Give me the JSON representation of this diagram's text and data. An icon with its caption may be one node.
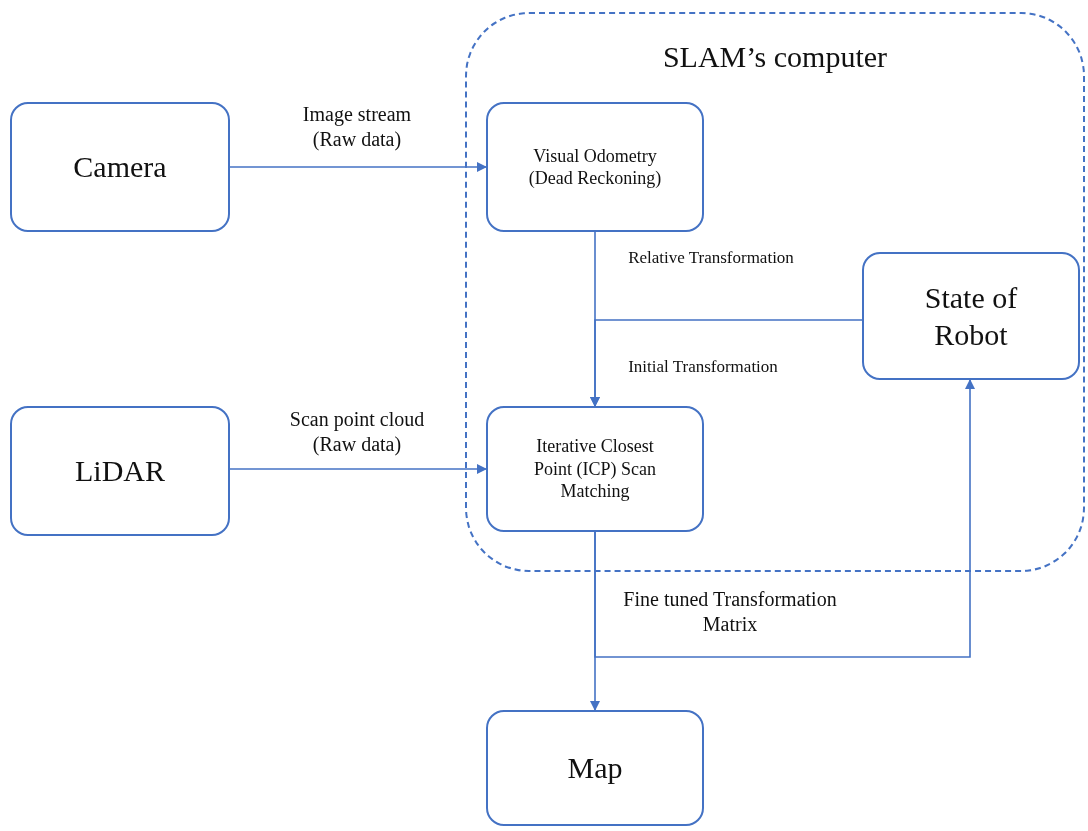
{
  "diagram": {
    "nodes": [
      {
        "text": [
          "Camera"
        ]
      },
      {
        "text": [
          "SLAM’s computer"
        ]
      },
      {
        "text": [
          "Visual Odometry (Dead Reckoning)"
        ],
        "in": 1
      },
      {
        "text": [
          "State of Robot"
        ],
        "in": 1
      },
      {
        "text": [
          "LiDAR"
        ]
      },
      {
        "text": [
          "Iterative Closest Point (ICP) Scan Matching"
        ],
        "in": 1
      },
      {
        "text": [
          "Map"
        ]
      }
    ],
    "edges": [
      {
        "from": 0,
        "to": 2,
        "arrow": "to",
        "label": "Image stream (Raw data)"
      },
      {
        "from": 4,
        "to": 5,
        "arrow": "to",
        "label": "Scan point cloud (Raw data)"
      },
      {
        "from": 2,
        "to": 5,
        "arrow": "to",
        "label": "Relative Transformation"
      },
      {
        "from": 3,
        "to": 5,
        "arrow": "to",
        "label": "Initial Transformation"
      },
      {
        "from": 5,
        "to": 6,
        "arrow": "to"
      },
      {
        "from": 5,
        "to": 3,
        "arrow": "to",
        "label": "Fine tuned Transformation Matrix"
      }
    ]
  }
}
